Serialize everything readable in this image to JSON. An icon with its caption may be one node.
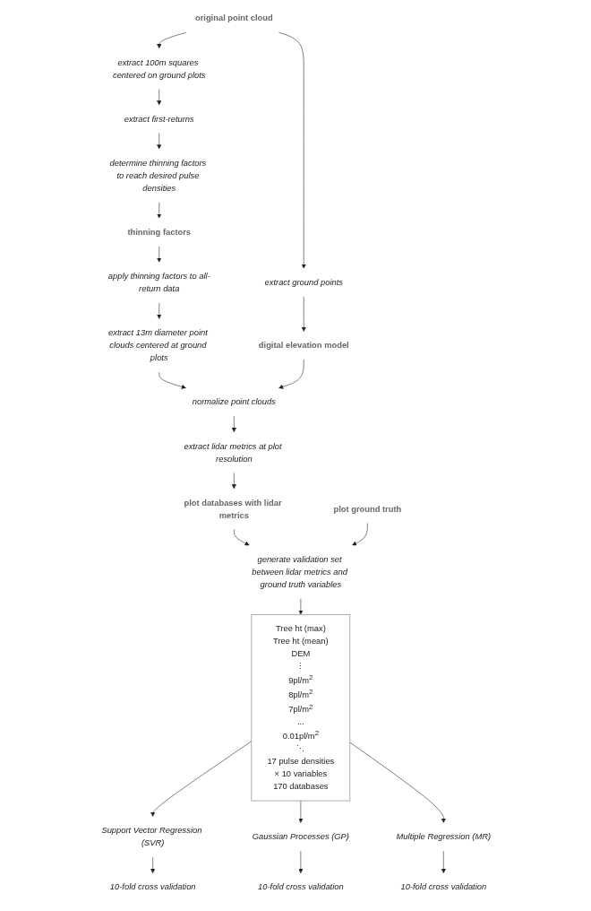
{
  "diagram": {
    "nodes": [
      {
        "text": [
          "original point cloud"
        ]
      },
      {
        "text": [
          "extract 100m squares centered on ground plots"
        ]
      },
      {
        "text": [
          "extract first-returns"
        ]
      },
      {
        "text": [
          "determine thinning factors to reach desired pulse densities"
        ]
      },
      {
        "text": [
          "thinning factors"
        ]
      },
      {
        "text": [
          "apply thinning factors to all-return data"
        ]
      },
      {
        "text": [
          "extract 13m diameter point clouds centered at ground plots"
        ]
      },
      {
        "text": [
          "extract ground points"
        ]
      },
      {
        "text": [
          "digital elevation model"
        ]
      },
      {
        "text": [
          "normalize point clouds"
        ]
      },
      {
        "text": [
          "extract lidar metrics at plot resolution"
        ]
      },
      {
        "text": [
          "plot databases with lidar metrics"
        ]
      },
      {
        "text": [
          "plot ground truth"
        ]
      },
      {
        "text": [
          "generate validation set between lidar metrics and ground truth variables"
        ]
      },
      {
        "text": [
          "Tree ht (max)",
          "Tree ht (mean)",
          "DEM",
          "⋮",
          "9pl/m$^{2}$",
          "8pl/m$^{2}$",
          "7pl/m$^{2}$",
          "...",
          "0.01pl/m$^{2}$",
          "⋱",
          "17 pulse densities",
          "× 10 variables",
          "170 databases"
        ]
      },
      {
        "text": [
          "Support Vector Regression (SVR)"
        ]
      },
      {
        "text": [
          "Gaussian Processes (GP)"
        ]
      },
      {
        "text": [
          "Multiple Regression (MR)"
        ]
      },
      {
        "text": [
          "10-fold cross validation"
        ]
      },
      {
        "text": [
          "10-fold cross validation"
        ]
      },
      {
        "text": [
          "10-fold cross validation"
        ]
      }
    ],
    "edges": [
      {
        "from": 0,
        "to": 1,
        "arrow": "to"
      },
      {
        "from": 0,
        "to": 7,
        "arrow": "to"
      },
      {
        "from": 1,
        "to": 2,
        "arrow": "to"
      },
      {
        "from": 2,
        "to": 3,
        "arrow": "to"
      },
      {
        "from": 3,
        "to": 4,
        "arrow": "to"
      },
      {
        "from": 4,
        "to": 5,
        "arrow": "to"
      },
      {
        "from": 5,
        "to": 6,
        "arrow": "to"
      },
      {
        "from": 6,
        "to": 9,
        "arrow": "to"
      },
      {
        "from": 7,
        "to": 8,
        "arrow": "to"
      },
      {
        "from": 8,
        "to": 9,
        "arrow": "to"
      },
      {
        "from": 9,
        "to": 10,
        "arrow": "to"
      },
      {
        "from": 10,
        "to": 11,
        "arrow": "to"
      },
      {
        "from": 11,
        "to": 13,
        "arrow": "to"
      },
      {
        "from": 12,
        "to": 13,
        "arrow": "to"
      },
      {
        "from": 13,
        "to": 14,
        "arrow": "to"
      },
      {
        "from": 14,
        "to": 15,
        "arrow": "to"
      },
      {
        "from": 14,
        "to": 16,
        "arrow": "to"
      },
      {
        "from": 14,
        "to": 17,
        "arrow": "to"
      },
      {
        "from": 15,
        "to": 18,
        "arrow": "to"
      },
      {
        "from": 16,
        "to": 19,
        "arrow": "to"
      },
      {
        "from": 17,
        "to": 20,
        "arrow": "to"
      }
    ]
  }
}
